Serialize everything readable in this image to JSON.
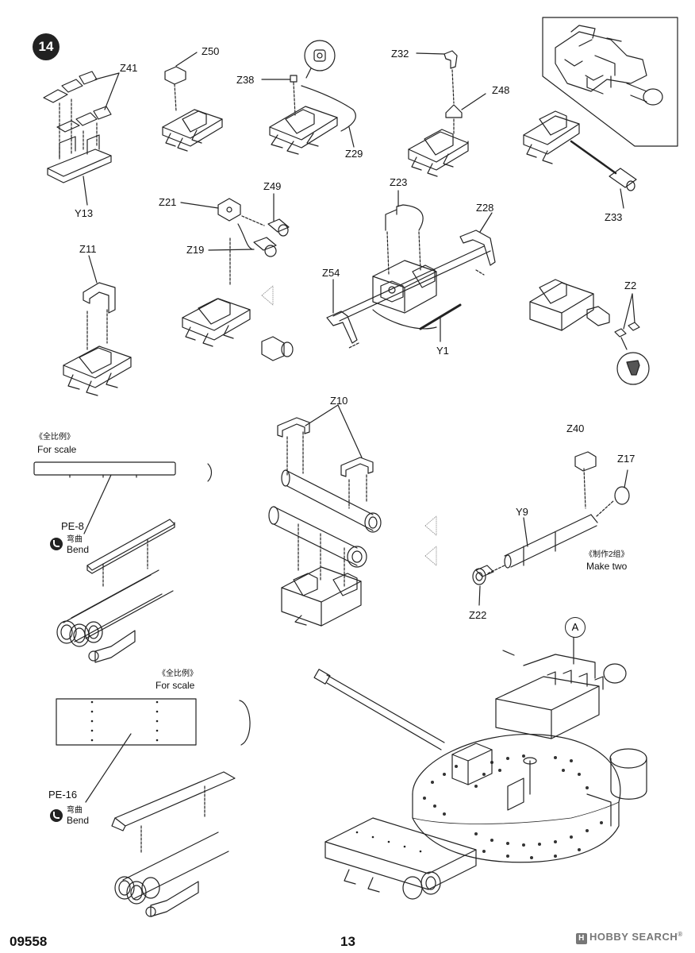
{
  "header": {
    "step_number": "14"
  },
  "part_labels": {
    "z41": "Z41",
    "y13": "Y13",
    "z50": "Z50",
    "z38": "Z38",
    "z29": "Z29",
    "z32": "Z32",
    "z48": "Z48",
    "z33": "Z33",
    "z21": "Z21",
    "z49": "Z49",
    "z19": "Z19",
    "z23": "Z23",
    "z28": "Z28",
    "z54": "Z54",
    "y1": "Y1",
    "z11": "Z11",
    "z2": "Z2",
    "z10": "Z10",
    "z40": "Z40",
    "z17": "Z17",
    "y9": "Y9",
    "z22": "Z22",
    "pe8": "PE-8",
    "pe16": "PE-16"
  },
  "notes": {
    "for_scale_cn_1": "《全比例》",
    "for_scale_en_1": "For scale",
    "for_scale_cn_2": "《全比例》",
    "for_scale_en_2": "For scale",
    "bend_cn_1": "弯曲",
    "bend_en_1": "Bend",
    "bend_cn_2": "弯曲",
    "bend_en_2": "Bend",
    "make_two_cn": "《制作2组》",
    "make_two_en": "Make two",
    "callout_a": "A"
  },
  "footer": {
    "catalog_number": "09558",
    "page_number": "13",
    "watermark_logo": "H",
    "watermark_text": "HOBBY SEARCH",
    "watermark_trade": "®"
  },
  "colors": {
    "ink": "#222222",
    "paper": "#ffffff",
    "watermark": "#777777"
  }
}
